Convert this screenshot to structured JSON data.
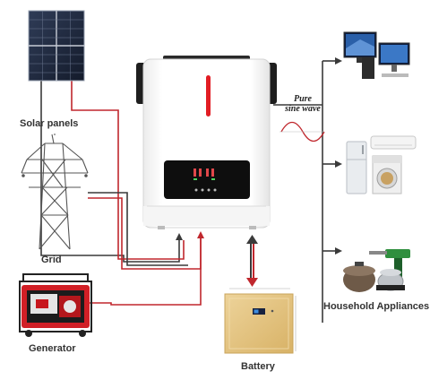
{
  "labels": {
    "solar": "Solar panels",
    "grid": "Grid",
    "generator": "Generator",
    "battery": "Battery",
    "appliances": "Household Appliances",
    "wave_line1": "Pure",
    "wave_line2": "sine wave"
  },
  "colors": {
    "wire_red": "#c0272d",
    "wire_dark": "#3a3a3a",
    "accent_red": "#e21d24",
    "battery_gold": "#e3c27a"
  },
  "icons": [
    "solar-panel-icon",
    "transmission-tower-icon",
    "generator-icon",
    "battery-icon",
    "tv-icon",
    "computer-icon",
    "fridge-icon",
    "washing-machine-icon",
    "air-conditioner-icon",
    "rice-cooker-icon",
    "drill-icon"
  ]
}
